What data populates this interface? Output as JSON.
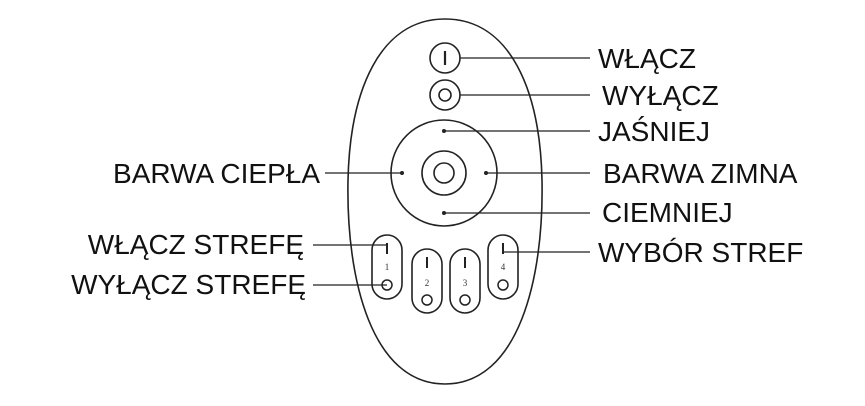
{
  "labels": {
    "on": "WŁĄCZ",
    "off": "WYŁĄCZ",
    "brighter": "JAŚNIEJ",
    "warm": "BARWA CIEPŁA",
    "cool": "BARWA ZIMNA",
    "darker": "CIEMNIEJ",
    "zone_on": "WŁĄCZ STREFĘ",
    "zone_off": "WYŁĄCZ STREFĘ",
    "zone_select": "WYBÓR STREF"
  },
  "zones": [
    "1",
    "2",
    "3",
    "4"
  ],
  "colors": {
    "ink": "#111111",
    "line": "#222222",
    "background": "#ffffff"
  }
}
